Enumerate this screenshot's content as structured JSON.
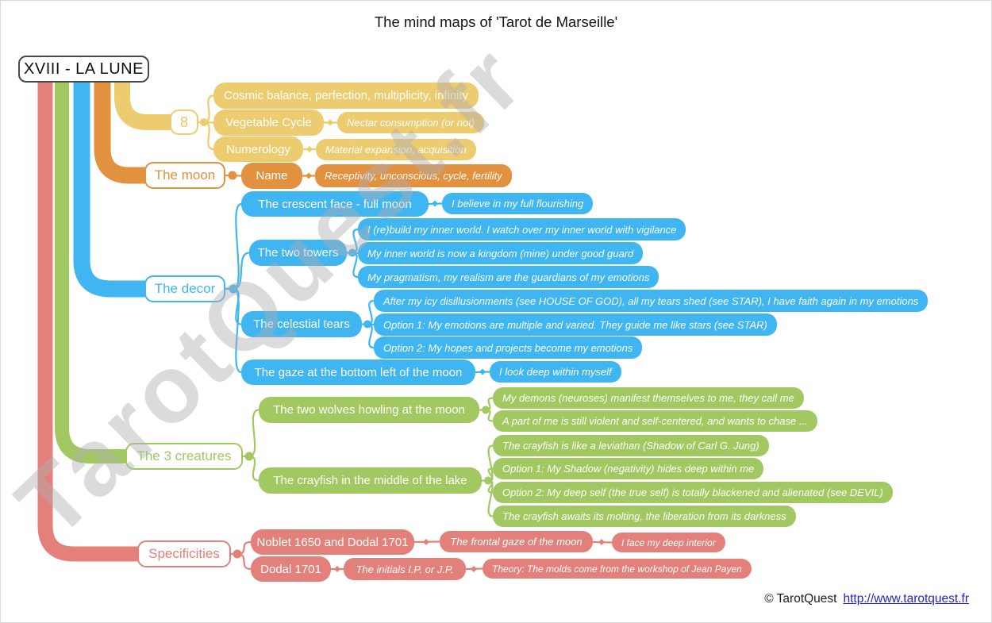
{
  "title": "The mind maps of 'Tarot de Marseille'",
  "root_label": "XVIII - LA LUNE",
  "watermark": "TarotQuest.fr",
  "footer": {
    "copyright": "© TarotQuest",
    "link_text": "http://www.tarotquest.fr"
  },
  "colors": {
    "yellow": "#EDCB6F",
    "orange": "#E2913F",
    "blue": "#3FB5F2",
    "green": "#A2C861",
    "red": "#E4807A",
    "root_border": "#4a4a4a",
    "link": "#2323cd"
  },
  "branches": {
    "eight": {
      "label": "8",
      "cosmic": "Cosmic balance, perfection, multiplicity, infinity",
      "vegetable_label": "Vegetable Cycle",
      "vegetable_note": "Nectar consumption (or not)",
      "numerology_label": "Numerology",
      "numerology_note": "Material expansion, acquisition"
    },
    "moon": {
      "label": "The moon",
      "name_label": "Name",
      "name_note": "Receptivity, unconscious, cycle, fertility"
    },
    "decor": {
      "label": "The decor",
      "crescent_label": "The crescent face - full moon",
      "crescent_note": "I believe in my full flourishing",
      "towers_label": "The two towers",
      "towers_notes": [
        "I (re)build my inner world. I watch over my inner world with vigilance",
        "My inner world is now a kingdom (mine) under good guard",
        "My pragmatism, my realism are the guardians of my emotions"
      ],
      "tears_label": "The celestial tears",
      "tears_notes": [
        "After my icy disillusionments (see HOUSE OF GOD), all my tears shed (see STAR), I have faith again in my emotions",
        "Option 1: My emotions are multiple and varied. They guide me like stars (see STAR)",
        "Option 2: My hopes and projects become my emotions"
      ],
      "gaze_label": "The gaze at the bottom left of the moon",
      "gaze_note": "I look deep within myself"
    },
    "creatures": {
      "label": "The 3 creatures",
      "wolves_label": "The two wolves howling at the moon",
      "wolves_notes": [
        "My demons (neuroses) manifest themselves to me, they call me",
        "A part of me is still violent and self-centered, and wants to chase ..."
      ],
      "crayfish_label": "The crayfish in the middle of the lake",
      "crayfish_notes": [
        "The crayfish is like a leviathan (Shadow of Carl G. Jung)",
        "Option 1: My Shadow (negativity) hides deep within me",
        "Option 2: My deep self (the true self) is totally blackened and alienated (see DEVIL)",
        "The crayfish awaits its molting, the liberation from its darkness"
      ]
    },
    "specificities": {
      "label": "Specificities",
      "noblet_label": "Noblet 1650 and Dodal 1701",
      "noblet_note": "The frontal gaze of the moon",
      "noblet_note2": "I face my deep interior",
      "dodal_label": "Dodal 1701",
      "dodal_note": "The initials I.P. or J.P.",
      "dodal_note2": "Theory: The molds come from the workshop of Jean Payen"
    }
  }
}
